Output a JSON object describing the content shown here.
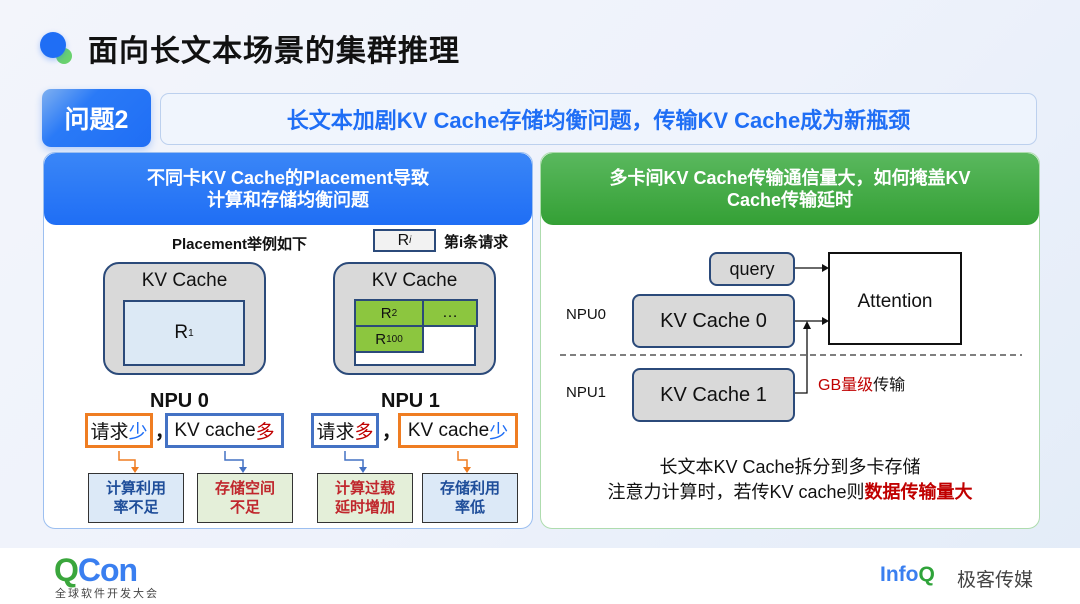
{
  "title": "面向长文本场景的集群推理",
  "problem": {
    "badge": "问题2",
    "statement": "长文本加剧KV Cache存储均衡问题，传输KV Cache成为新瓶颈"
  },
  "left_panel": {
    "header_line1": "不同卡KV Cache的Placement导致",
    "header_line2": "计算和存储均衡问题",
    "placement_label": "Placement举例如下",
    "legend_box": "R",
    "legend_sub": "i",
    "legend_desc": "第i条请求",
    "npu0": {
      "cache_label": "KV Cache",
      "request": "R",
      "request_sub": "1",
      "name": "NPU 0",
      "tag_left_prefix": "请求",
      "tag_left_highlight": "少",
      "tag_right_prefix": "KV cache",
      "tag_right_highlight": "多",
      "result_left_l1": "计算利用",
      "result_left_l2": "率不足",
      "result_right_l1": "存储空间",
      "result_right_l2": "不足"
    },
    "npu1": {
      "cache_label": "KV Cache",
      "cells": [
        {
          "main": "R",
          "sub": "2"
        },
        {
          "main": "…",
          "sub": ""
        },
        {
          "main": "R",
          "sub": "100"
        }
      ],
      "name": "NPU 1",
      "tag_left_prefix": "请求",
      "tag_left_highlight": "多",
      "tag_right_prefix": "KV cache",
      "tag_right_highlight": "少",
      "result_left_l1": "计算过载",
      "result_left_l2": "延时增加",
      "result_right_l1": "存储利用",
      "result_right_l2": "率低"
    },
    "comma": "，"
  },
  "right_panel": {
    "header_line1": "多卡间KV Cache传输通信量大，如何掩盖KV",
    "header_line2": "Cache传输延时",
    "query": "query",
    "attention": "Attention",
    "kv_cache_0": "KV Cache 0",
    "kv_cache_1": "KV Cache 1",
    "npu0_label": "NPU0",
    "npu1_label": "NPU1",
    "transfer_red": "GB量级",
    "transfer_black": "传输",
    "summary_line1": "长文本KV Cache拆分到多卡存储",
    "summary_line2_prefix": "注意力计算时，若传KV cache则",
    "summary_line2_highlight": "数据传输量大"
  },
  "footer": {
    "qcon_q": "Q",
    "qcon_con": "Con",
    "qcon_sub": "全球软件开发大会",
    "infoq_info": "Info",
    "infoq_q": "Q",
    "infoq_cn": "极客传媒"
  },
  "colors": {
    "accent_blue": "#1f6ef5",
    "accent_green": "#34a035",
    "highlight_red": "#c00000",
    "tag_orange": "#ef7d22",
    "tag_blue": "#4472c4"
  }
}
